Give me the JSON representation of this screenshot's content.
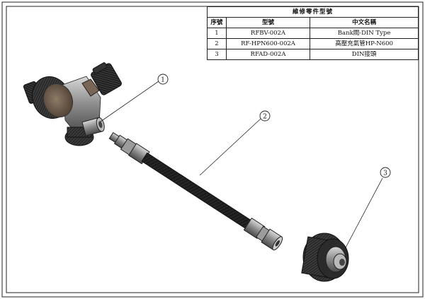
{
  "table": {
    "title": "維修零件型號",
    "headers": {
      "no": "序號",
      "model": "型號",
      "name": "中文名稱"
    },
    "rows": [
      {
        "no": "1",
        "model": "RFBV-002A",
        "name": "Bank閥-DIN Type"
      },
      {
        "no": "2",
        "model": "RF-HPN600-002A",
        "name": "高壓充氣管HP-N600"
      },
      {
        "no": "3",
        "model": "RFAD-002A",
        "name": "DIN接頭"
      }
    ]
  },
  "callouts": [
    "1",
    "2",
    "3"
  ],
  "colors": {
    "line": "#222222",
    "knurl": "#1b1b1b",
    "metal": "#8a8a8a",
    "bronze": "#6b5a4a"
  }
}
